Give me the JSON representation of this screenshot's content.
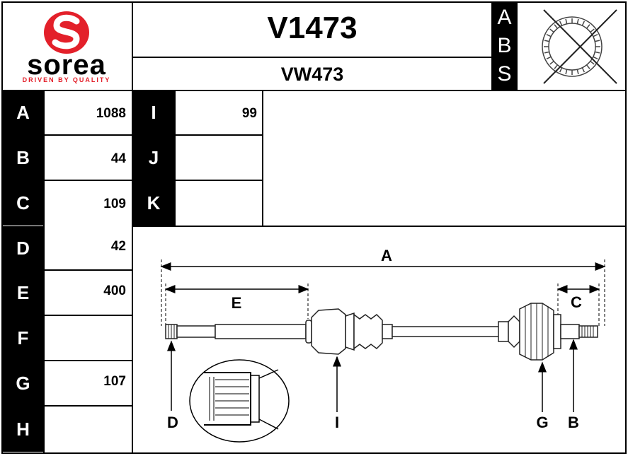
{
  "header": {
    "logo": {
      "brand": "sorea",
      "tagline": "DRIVEN BY QUALITY",
      "color": "#e3202a"
    },
    "part_number": "V1473",
    "reference": "VW473",
    "abs_letters": [
      "A",
      "B",
      "S"
    ]
  },
  "specs_left": [
    {
      "letter": "A",
      "value": "1088"
    },
    {
      "letter": "B",
      "value": "44"
    },
    {
      "letter": "C",
      "value": "109"
    },
    {
      "letter": "D",
      "value": "42"
    },
    {
      "letter": "E",
      "value": "400"
    },
    {
      "letter": "F",
      "value": ""
    },
    {
      "letter": "G",
      "value": "107"
    },
    {
      "letter": "H",
      "value": ""
    }
  ],
  "specs_right": [
    {
      "letter": "I",
      "value": "99"
    },
    {
      "letter": "J",
      "value": ""
    },
    {
      "letter": "K",
      "value": ""
    }
  ],
  "diagram": {
    "dim_labels": {
      "A": "A",
      "E": "E",
      "C": "C"
    },
    "pointer_labels": {
      "D": "D",
      "I": "I",
      "G": "G",
      "B": "B"
    }
  }
}
